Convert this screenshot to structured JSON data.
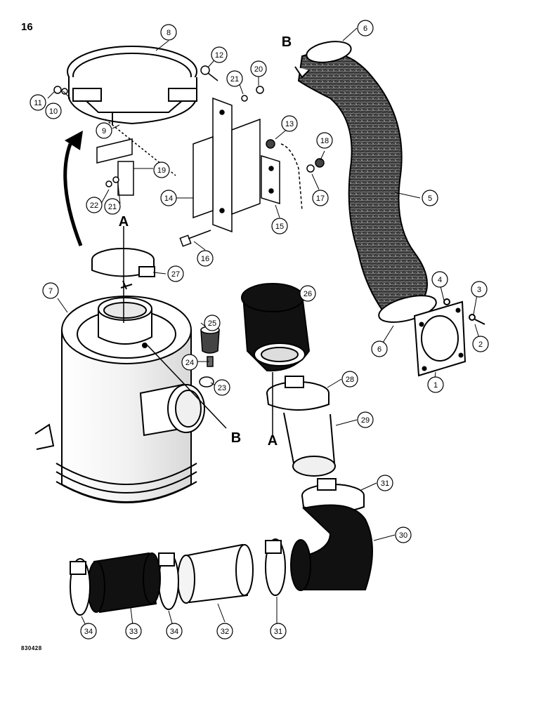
{
  "page": {
    "number": "16",
    "figure_code": "830428"
  },
  "parts": [
    {
      "id": "p1",
      "label": "1"
    },
    {
      "id": "p2",
      "label": "2"
    },
    {
      "id": "p3",
      "label": "3"
    },
    {
      "id": "p4",
      "label": "4"
    },
    {
      "id": "p5",
      "label": "5"
    },
    {
      "id": "p6a",
      "label": "6"
    },
    {
      "id": "p6b",
      "label": "6"
    },
    {
      "id": "p7",
      "label": "7"
    },
    {
      "id": "p8",
      "label": "8"
    },
    {
      "id": "p9",
      "label": "9"
    },
    {
      "id": "p10",
      "label": "10"
    },
    {
      "id": "p11",
      "label": "11"
    },
    {
      "id": "p12",
      "label": "12"
    },
    {
      "id": "p13",
      "label": "13"
    },
    {
      "id": "p14",
      "label": "14"
    },
    {
      "id": "p15",
      "label": "15"
    },
    {
      "id": "p16",
      "label": "16"
    },
    {
      "id": "p17",
      "label": "17"
    },
    {
      "id": "p18",
      "label": "18"
    },
    {
      "id": "p19",
      "label": "19"
    },
    {
      "id": "p20",
      "label": "20"
    },
    {
      "id": "p21a",
      "label": "21"
    },
    {
      "id": "p21b",
      "label": "21"
    },
    {
      "id": "p22",
      "label": "22"
    },
    {
      "id": "p23",
      "label": "23"
    },
    {
      "id": "p24",
      "label": "24"
    },
    {
      "id": "p25",
      "label": "25"
    },
    {
      "id": "p26",
      "label": "26"
    },
    {
      "id": "p27",
      "label": "27"
    },
    {
      "id": "p28",
      "label": "28"
    },
    {
      "id": "p29",
      "label": "29"
    },
    {
      "id": "p30",
      "label": "30"
    },
    {
      "id": "p31a",
      "label": "31"
    },
    {
      "id": "p31b",
      "label": "31"
    },
    {
      "id": "p32",
      "label": "32"
    },
    {
      "id": "p33",
      "label": "33"
    },
    {
      "id": "p34a",
      "label": "34"
    },
    {
      "id": "p34b",
      "label": "34"
    }
  ],
  "references": [
    {
      "id": "refA1",
      "label": "A"
    },
    {
      "id": "refA2",
      "label": "A"
    },
    {
      "id": "refB1",
      "label": "B"
    },
    {
      "id": "refB2",
      "label": "B"
    }
  ]
}
